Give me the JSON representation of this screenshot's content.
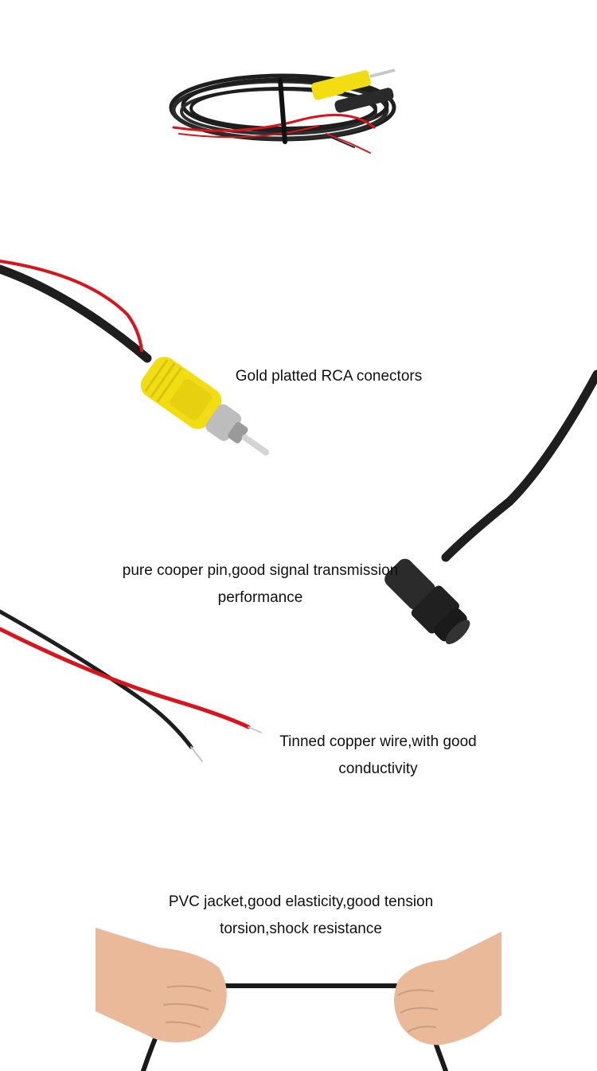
{
  "captions": {
    "rca": {
      "line1": "Gold platted RCA conectors"
    },
    "pin": {
      "line1": "pure cooper pin,good signal transmission",
      "line2": "performance"
    },
    "wire": {
      "line1": "Tinned copper wire,with good",
      "line2": "conductivity"
    },
    "pvc": {
      "line1": "PVC jacket,good elasticity,good tension",
      "line2": "torsion,shock resistance"
    }
  },
  "colors": {
    "cable_black": "#1e1e1e",
    "cable_red": "#d8141c",
    "rca_yellow": "#f2dc12",
    "metal": "#c8c8c8",
    "skin": "#e9b99a"
  }
}
